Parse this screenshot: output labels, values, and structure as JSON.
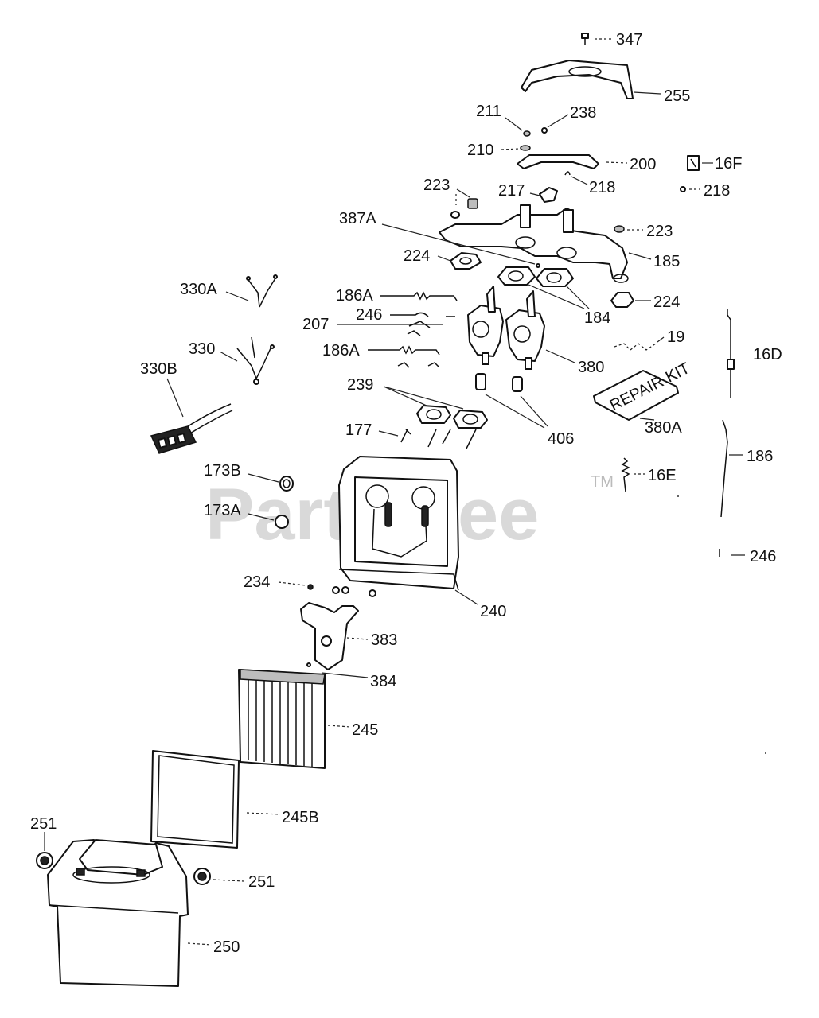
{
  "watermark": {
    "text": "PartsTree",
    "tm": "TM"
  },
  "labels": {
    "p347": "347",
    "p255": "255",
    "p211": "211",
    "p238": "238",
    "p210": "210",
    "p200": "200",
    "p16F": "16F",
    "p218a": "218",
    "p218b": "218",
    "p223a": "223",
    "p217": "217",
    "p387A": "387A",
    "p223b": "223",
    "p224a": "224",
    "p185": "185",
    "p330A": "330A",
    "p186Aa": "186A",
    "p184": "184",
    "p224b": "224",
    "p246a": "246",
    "p207": "207",
    "p19": "19",
    "p16D": "16D",
    "p330": "330",
    "p186Ab": "186A",
    "p380": "380",
    "p330B": "330B",
    "p239": "239",
    "p380A": "380A",
    "p177": "177",
    "p406": "406",
    "p186": "186",
    "p173B": "173B",
    "p16E": "16E",
    "p173A": "173A",
    "p246b": "246",
    "p234": "234",
    "p240": "240",
    "p383": "383",
    "p384": "384",
    "p245": "245",
    "p245B": "245B",
    "p251a": "251",
    "p251b": "251",
    "p250": "250"
  },
  "repair_kit_text": "REPAIR KIT"
}
